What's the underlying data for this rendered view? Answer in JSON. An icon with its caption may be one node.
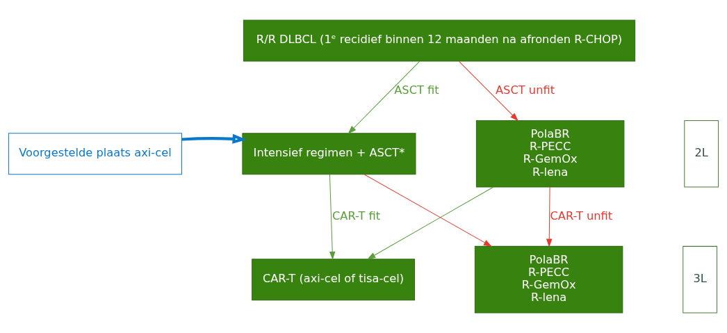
{
  "diagram": {
    "nodes": [
      {
        "text": [
          "R/R DLBCL (1ᵉ recidief binnen 12 maanden na afronden R-CHOP)"
        ]
      },
      {
        "text": [
          "Voorgestelde plaats axi-cel"
        ]
      },
      {
        "text": [
          "Intensief regimen + ASCT*"
        ]
      },
      {
        "text": [
          "PolaBR",
          "R-PECC",
          "R-GemOx",
          "R-lena"
        ]
      },
      {
        "text": [
          "2L"
        ]
      },
      {
        "text": [
          "CAR-T (axi-cel of tisa-cel)"
        ]
      },
      {
        "text": [
          "PolaBR",
          "R-PECC",
          "R-GemOx",
          "R-lena"
        ]
      },
      {
        "text": [
          "3L"
        ]
      }
    ],
    "edges": [
      {
        "from": 0,
        "to": 2,
        "arrow": "to",
        "label": "ASCT fit",
        "color": "#5a9e3a"
      },
      {
        "from": 0,
        "to": 3,
        "arrow": "to",
        "label": "ASCT unfit",
        "color": "#e03c31"
      },
      {
        "from": 1,
        "to": 2,
        "arrow": "to",
        "style": "thick",
        "color": "#0a78c8"
      },
      {
        "from": 2,
        "to": 5,
        "arrow": "to",
        "label": "CAR-T fit",
        "color": "#5a9e3a"
      },
      {
        "from": 3,
        "to": 5,
        "arrow": "to",
        "color": "#5a9e3a"
      },
      {
        "from": 2,
        "to": 6,
        "arrow": "to",
        "color": "#e03c31"
      },
      {
        "from": 3,
        "to": 6,
        "arrow": "to",
        "label": "CAR-T unfit",
        "color": "#e03c31"
      }
    ]
  }
}
